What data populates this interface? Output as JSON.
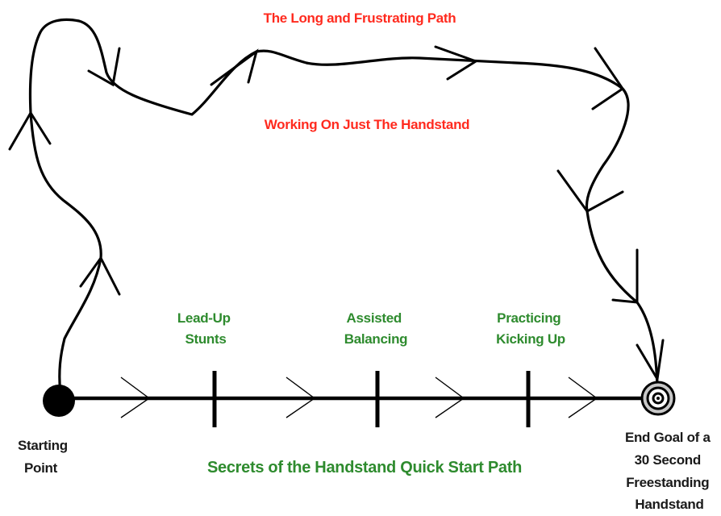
{
  "long_path": {
    "title": "The Long and Frustrating Path",
    "subtitle": "Working On Just The Handstand"
  },
  "quick_path": {
    "title": "Secrets of the Handstand Quick Start Path",
    "milestones": [
      {
        "line1": "Lead-Up",
        "line2": "Stunts"
      },
      {
        "line1": "Assisted",
        "line2": "Balancing"
      },
      {
        "line1": "Practicing",
        "line2": "Kicking Up"
      }
    ]
  },
  "start_point": {
    "line1": "Starting",
    "line2": "Point"
  },
  "end_goal": {
    "line1": "End Goal of a",
    "line2": "30 Second",
    "line3": "Freestanding",
    "line4": "Handstand"
  },
  "colors": {
    "long_path_text": "#ff2a1e",
    "quick_path_text": "#2e8b2e",
    "stroke": "#000000"
  }
}
